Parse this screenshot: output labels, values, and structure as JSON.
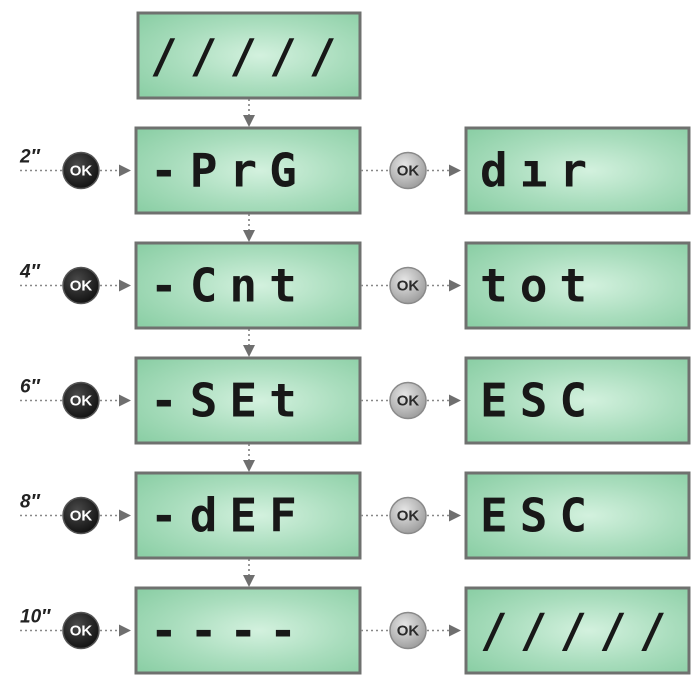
{
  "top_display": "/////",
  "rows": [
    {
      "time": "2″",
      "left": "-PrG",
      "right": "dır"
    },
    {
      "time": "4″",
      "left": "-Cnt",
      "right": "tot"
    },
    {
      "time": "6″",
      "left": "-SEt",
      "right": "ESC"
    },
    {
      "time": "8″",
      "left": "-dEF",
      "right": "ESC"
    },
    {
      "time": "10″",
      "left": "----",
      "right": "/////"
    }
  ],
  "button_label": "OK",
  "colors": {
    "lcd_edge": "#cfe8d6",
    "lcd_center": "#9fd8b4",
    "lcd_border": "#6f716f",
    "ok_dark": "#1c1c1c",
    "ok_light": "#b9b9b9"
  }
}
